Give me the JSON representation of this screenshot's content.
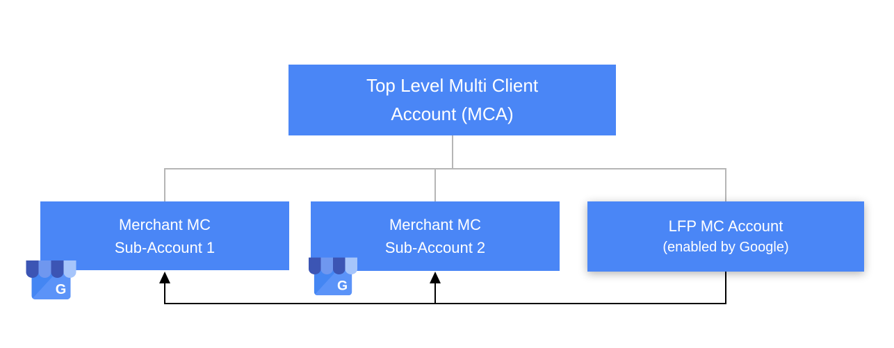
{
  "colors": {
    "box_blue": "#4a86f6",
    "connector_gray": "#b5b5b5",
    "arrow_black": "#000000",
    "text_white": "#ffffff"
  },
  "diagram": {
    "nodes": {
      "mca": {
        "label_line1": "Top Level Multi Client",
        "label_line2": "Account (MCA)"
      },
      "merchant_sub_1": {
        "label_line1": "Merchant MC",
        "label_line2": "Sub-Account 1"
      },
      "merchant_sub_2": {
        "label_line1": "Merchant MC",
        "label_line2": "Sub-Account 2"
      },
      "lfp": {
        "label_line1": "LFP MC Account",
        "label_line2": "(enabled by Google)"
      }
    },
    "icons": {
      "business_profile_letter": "G"
    }
  }
}
